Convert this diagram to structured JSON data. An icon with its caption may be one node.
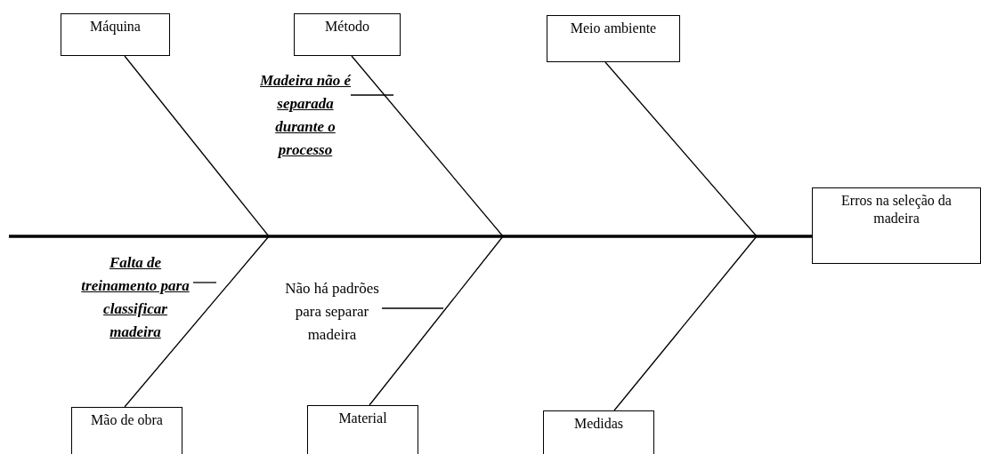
{
  "diagram": {
    "nodes": [
      {
        "text": [
          "Máquina"
        ]
      },
      {
        "text": [
          "Método"
        ]
      },
      {
        "text": [
          "Meio ambiente"
        ]
      },
      {
        "text": [
          "Erros na seleção da madeira"
        ]
      },
      {
        "text": [
          "Mão de obra"
        ]
      },
      {
        "text": [
          "Material"
        ]
      },
      {
        "text": [
          "Medidas"
        ]
      },
      {
        "text": [
          "Madeira não é separada durante o processo"
        ]
      },
      {
        "text": [
          "Falta de treinamento para classificar madeira"
        ]
      },
      {
        "text": [
          "Não há padrões para separar madeira"
        ]
      }
    ],
    "edges": [
      {
        "from": null,
        "to": 3,
        "arrow": "none",
        "style": "thick"
      },
      {
        "from": 0,
        "to": 3,
        "arrow": "none"
      },
      {
        "from": 1,
        "to": 3,
        "arrow": "none"
      },
      {
        "from": 2,
        "to": 3,
        "arrow": "none"
      },
      {
        "from": 4,
        "to": 3,
        "arrow": "none"
      },
      {
        "from": 5,
        "to": 3,
        "arrow": "none"
      },
      {
        "from": 6,
        "to": 3,
        "arrow": "none"
      },
      {
        "from": 7,
        "to": null,
        "arrow": "none"
      },
      {
        "from": 8,
        "to": null,
        "arrow": "none"
      },
      {
        "from": 9,
        "to": null,
        "arrow": "none"
      }
    ]
  }
}
